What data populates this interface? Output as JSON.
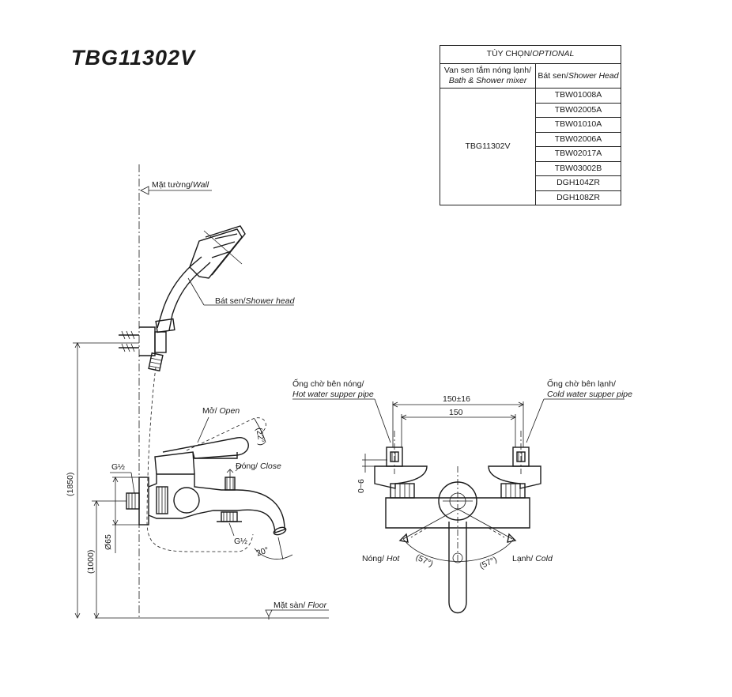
{
  "model": "TBG11302V",
  "table": {
    "header": "TÙY CHỌN/",
    "header_it": "OPTIONAL",
    "col1_line1": "Van sen tắm nóng lạnh/",
    "col1_line2": "Bath & Shower mixer",
    "col2": "Bát sen/",
    "col2_it": "Shower Head",
    "mixer_model": "TBG11302V",
    "shower_heads": [
      "TBW01008A",
      "TBW02005A",
      "TBW01010A",
      "TBW02006A",
      "TBW02017A",
      "TBW03002B",
      "DGH104ZR",
      "DGH108ZR"
    ]
  },
  "labels": {
    "wall": "Mặt tường/",
    "wall_it": "Wall",
    "shower_head": "Bát sen/",
    "shower_head_it": "Shower head",
    "open": "Mở/ ",
    "open_it": "Open",
    "close": "Đóng/ ",
    "close_it": "Close",
    "floor": "Mặt sàn/ ",
    "floor_it": "Floor",
    "hot_pipe": "Ống chờ bên nóng/",
    "hot_pipe_it": "Hot water supper pipe",
    "cold_pipe": "Ống chờ bên lạnh/",
    "cold_pipe_it": "Cold water supper pipe",
    "hot": "Nóng/ ",
    "hot_it": "Hot",
    "cold": "Lạnh/ ",
    "cold_it": "Cold"
  },
  "dimensions": {
    "height_total": "(1850)",
    "height_mixer": "(1000)",
    "diameter": "Ø65",
    "thread_top": "G½",
    "thread_bottom": "G½",
    "lever_angle": "(22°)",
    "spout_angle": "20°",
    "pitch_tol": "150±16",
    "pitch": "150",
    "offset": "0~6",
    "hot_angle": "(57°)",
    "cold_angle": "(57°)"
  }
}
